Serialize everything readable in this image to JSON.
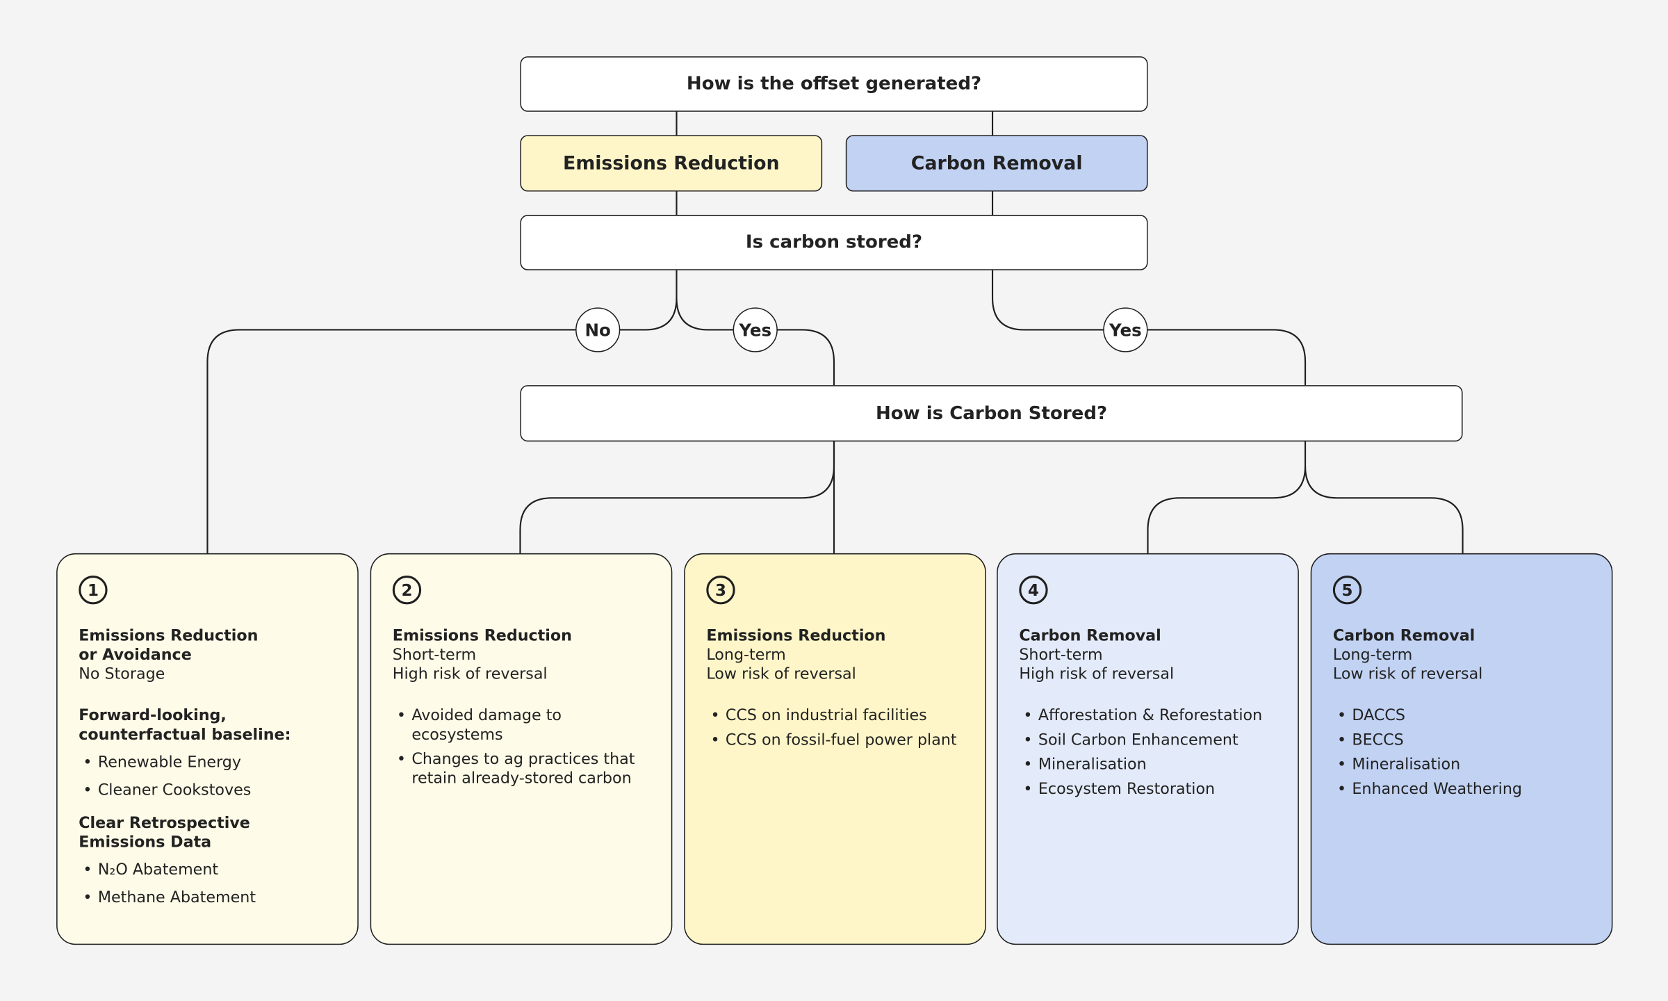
{
  "nodes": {
    "question_generated": "How is the offset generated?",
    "emissions_reduction": "Emissions Reduction",
    "carbon_removal": "Carbon Removal",
    "question_stored": "Is carbon stored?",
    "question_how_stored": "How is Carbon Stored?"
  },
  "edge_labels": {
    "no": "No",
    "yes_left": "Yes",
    "yes_right": "Yes"
  },
  "colors": {
    "light_yellow": "#fefbe8",
    "yellow": "#fef6c8",
    "pale_blue": "#e3eaf9",
    "blue": "#c1d2f3",
    "line": "#1f1f1f"
  },
  "cards": [
    {
      "number": "1",
      "title": "Emissions Reduction or Avoidance",
      "subtitle": "No Storage",
      "section1_title": "Forward-looking, counterfactual baseline:",
      "section1_items": [
        "Renewable Energy",
        "Cleaner Cookstoves"
      ],
      "section2_title": "Clear Retrospective Emissions Data",
      "section2_items": [
        "N₂O Abatement",
        "Methane Abatement"
      ]
    },
    {
      "number": "2",
      "title": "Emissions Reduction",
      "line1": "Short-term",
      "line2": "High risk of reversal",
      "items": [
        "Avoided damage to ecosystems",
        "Changes to ag practices that retain already-stored carbon"
      ]
    },
    {
      "number": "3",
      "title": "Emissions Reduction",
      "line1": "Long-term",
      "line2": "Low risk of reversal",
      "items": [
        "CCS on industrial facilities",
        "CCS on fossil-fuel power plant"
      ]
    },
    {
      "number": "4",
      "title": "Carbon Removal",
      "line1": "Short-term",
      "line2": "High risk of reversal",
      "items": [
        "Afforestation & Reforestation",
        "Soil Carbon Enhancement",
        "Mineralisation",
        "Ecosystem Restoration"
      ]
    },
    {
      "number": "5",
      "title": "Carbon Removal",
      "line1": "Long-term",
      "line2": "Low risk of reversal",
      "items": [
        "DACCS",
        "BECCS",
        "Mineralisation",
        "Enhanced Weathering"
      ]
    }
  ]
}
